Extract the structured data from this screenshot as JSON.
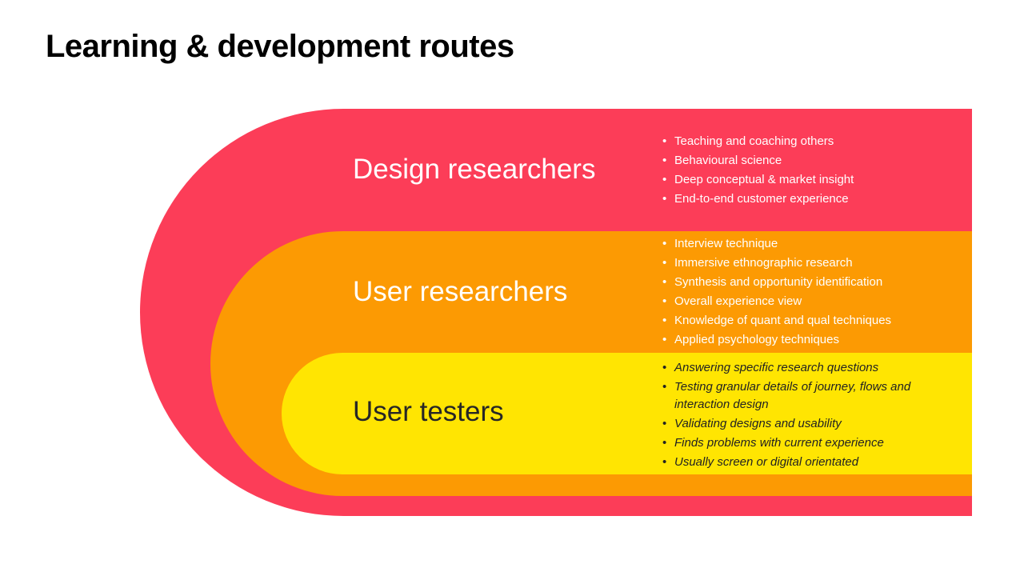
{
  "slide_title": "Learning & development routes",
  "colors": {
    "ring_red": "#FC3D58",
    "ring_orange": "#FC9A03",
    "ring_yellow": "#FFE502",
    "label_light": "#FFFFFF",
    "label_dark": "#262626",
    "title_color": "#000000",
    "background": "#FFFFFF"
  },
  "rings": [
    {
      "label": "Design researchers",
      "color": "#FC3D58",
      "bullets": [
        "Teaching and coaching others",
        "Behavioural science",
        "Deep conceptual & market insight",
        "End-to-end customer experience"
      ]
    },
    {
      "label": "User researchers",
      "color": "#FC9A03",
      "bullets": [
        "Interview technique",
        "Immersive ethnographic research",
        "Synthesis and opportunity identification",
        "Overall experience view",
        "Knowledge of quant and qual techniques",
        "Applied psychology techniques"
      ]
    },
    {
      "label": "User testers",
      "color": "#FFE502",
      "bullets": [
        "Answering specific research questions",
        "Testing granular details of journey, flows and\ninteraction design",
        "Validating designs and usability",
        "Finds problems with current experience",
        "Usually screen or digital orientated"
      ]
    }
  ]
}
